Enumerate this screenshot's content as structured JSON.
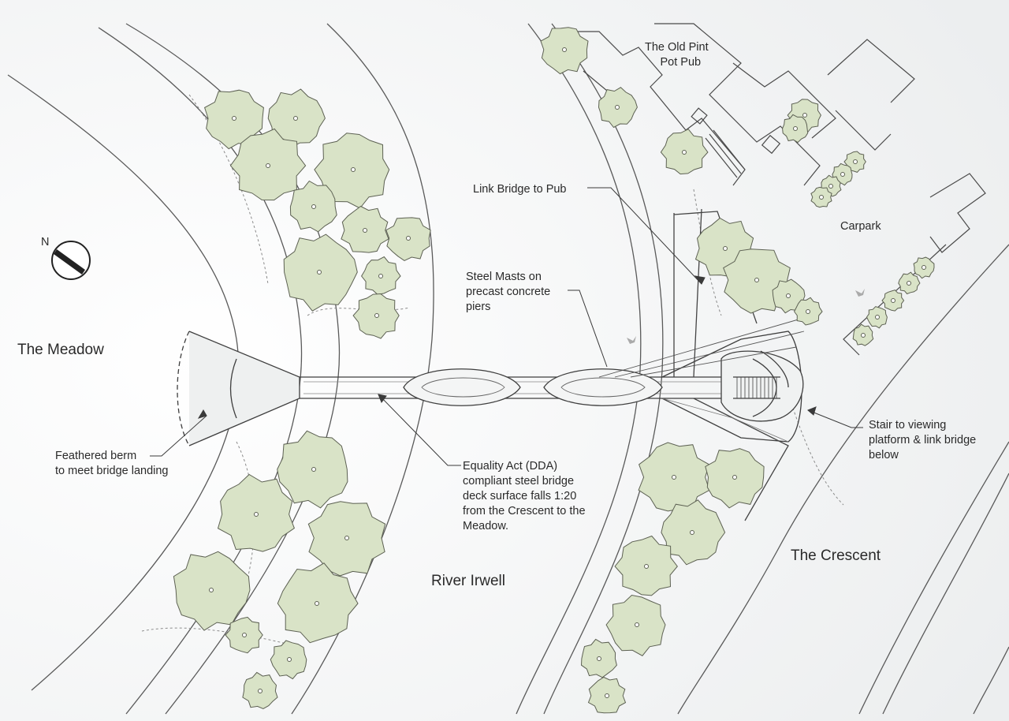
{
  "labels": {
    "meadow": "The Meadow",
    "crescent": "The Crescent",
    "river": "River Irwell",
    "pub": [
      "The Old Pint",
      "Pot Pub"
    ],
    "carpark": "Carpark",
    "link_bridge": "Link Bridge to Pub",
    "masts": [
      "Steel Masts on",
      "precast concrete",
      "piers"
    ],
    "berm": [
      "Feathered berm",
      "to meet bridge landing"
    ],
    "equality": [
      "Equality Act (DDA)",
      "compliant steel bridge",
      "deck surface falls 1:20",
      "from the Crescent to the",
      "Meadow."
    ],
    "stair": [
      "Stair to viewing",
      "platform & link bridge",
      "below"
    ],
    "north": "N"
  },
  "colors": {
    "tree_fill": "#d9e3c7",
    "tree_stroke": "#5d6153",
    "line": "#4a4a4a",
    "background": "#f6f7f7"
  }
}
